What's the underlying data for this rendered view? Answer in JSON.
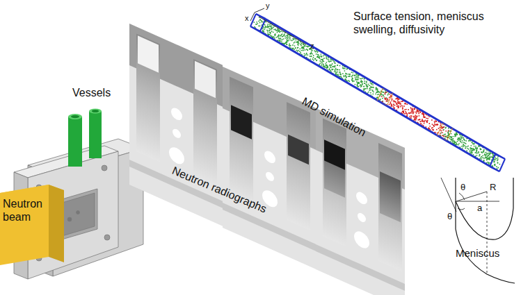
{
  "diagram": {
    "nodes": [
      {
        "text": [
          "Neutron beam"
        ]
      }
    ],
    "labels": [
      "Vessels",
      "Neutron radiographs",
      "MD simulation",
      "Surface tension, meniscus swelling, diffusivity",
      "Meniscus",
      "x",
      "y",
      "z",
      "θ",
      "R",
      "a",
      "θ"
    ]
  }
}
